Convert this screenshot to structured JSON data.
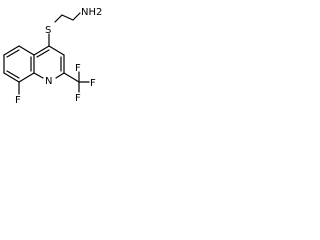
{
  "molecule": {
    "atoms": {
      "amine": "NH2",
      "sulfur": "S",
      "nitrogen": "N",
      "fluoro": "F",
      "cf3_f1": "F",
      "cf3_f2": "F",
      "cf3_f3": "F"
    }
  }
}
